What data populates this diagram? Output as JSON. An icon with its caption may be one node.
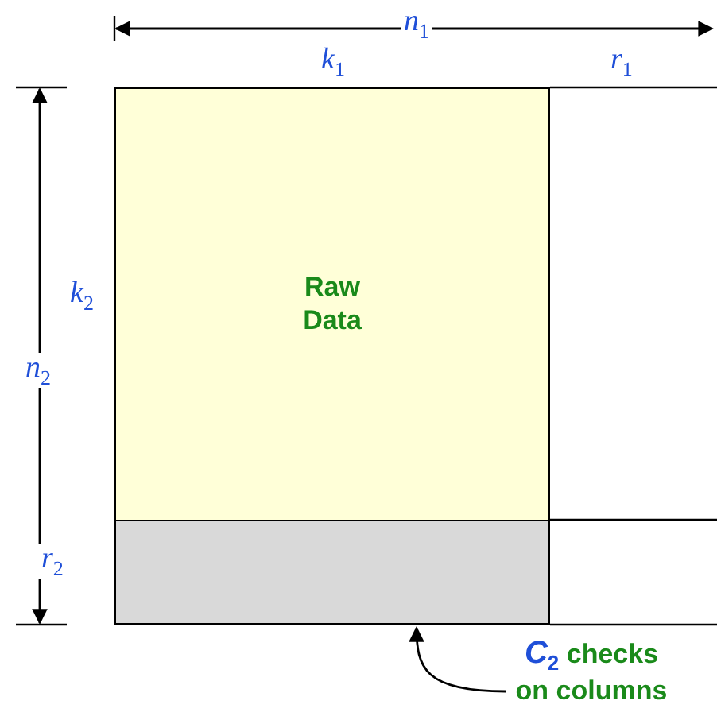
{
  "diagram": {
    "nodes": [
      {
        "text": [
          "Raw Data"
        ]
      },
      {
        "text": [],
        "shape": "box"
      },
      {
        "text": [
          "*C*$_{2}$ checks on columns"
        ]
      }
    ],
    "edges": [
      {
        "from": 2,
        "to": 1,
        "arrow": "to"
      }
    ],
    "labels": [
      "n$_{1}$",
      "k$_{1}$",
      "r$_{1}$",
      "k$_{2}$",
      "n$_{2}$",
      "r$_{2}$"
    ]
  }
}
